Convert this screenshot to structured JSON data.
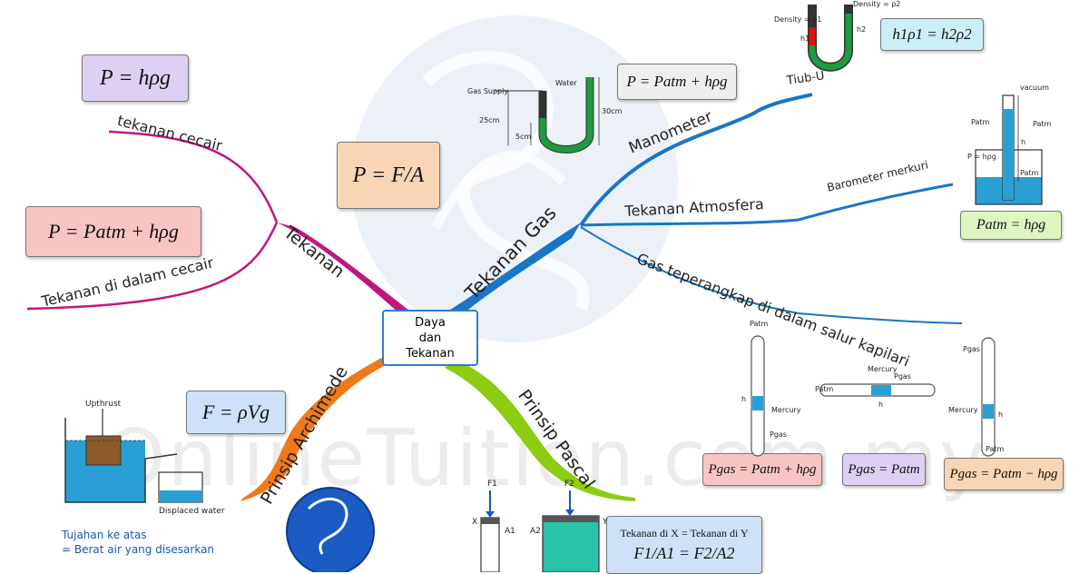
{
  "center": {
    "line1": "Daya",
    "line2": "dan",
    "line3": "Tekanan"
  },
  "branches": {
    "tekanan": "Tekanan",
    "tekanan_gas": "Tekanan Gas",
    "prinsip_archimede": "Prinsip Archimede",
    "prinsip_pascal": "Prinsip Pascal"
  },
  "sub_branches": {
    "tekanan_cecair": "tekanan cecair",
    "tekanan_dalam_cecair": "Tekanan di dalam cecair",
    "manometer": "Manometer",
    "tiub_u": "Tiub-U",
    "tekanan_atmosfera": "Tekanan Atmosfera",
    "barometer_merkuri": "Barometer merkuri",
    "gas_terperangkap": "Gas teperangkap di dalam salur kapilari"
  },
  "formulas": {
    "p_hpg": "P = hρg",
    "p_patm_hpg": "P = Patm + hρg",
    "p_f_a": "P = F/A",
    "manometer": "P = Patm + hρg",
    "u_tube": "h1ρ1 = h2ρ2",
    "barometer": "Patm = hρg",
    "f_pvg": "F = ρVg",
    "pgas_plus": "Pgas = Patm + hρg",
    "pgas_eq": "Pgas = Patm",
    "pgas_minus": "Pgas = Patm − hρg",
    "pascal_caption": "Tekanan di X = Tekanan di Y",
    "pascal_formula": "F1/A1 = F2/A2"
  },
  "diagram_labels": {
    "gas_supply": "Gas Supply",
    "water": "Water",
    "cm25": "25cm",
    "cm5": "5cm",
    "cm30": "30cm",
    "density1": "Density = ρ1",
    "density2": "Density = ρ2",
    "h1": "h1",
    "h2": "h2",
    "vacuum": "vacuum",
    "patm": "Patm",
    "p_hpg_small": "P = hρg",
    "h": "h",
    "mercury": "Mercury",
    "pgas": "Pgas",
    "upthrust": "Upthrust",
    "displaced_water": "Displaced water",
    "x": "X",
    "y": "Y",
    "f1": "F1",
    "f2": "F2",
    "a1": "A1",
    "a2": "A2"
  },
  "archimedes_note": {
    "line1": "Tujahan ke atas",
    "line2": "= Berat air yang disesarkan"
  },
  "watermark": "OnlineTuition.com.my",
  "colors": {
    "tekanan_branch": "#c0177d",
    "gas_branch": "#1976c6",
    "archimede_branch": "#f07a1a",
    "pascal_branch": "#8ccc12",
    "purple_box": "#ddd0f2",
    "red_box": "#f9c4c4",
    "orange_box": "#f8d5b5",
    "blue_box": "#cfe1f8",
    "cyan_box": "#c9f0f8",
    "green_box": "#dff5c0"
  }
}
